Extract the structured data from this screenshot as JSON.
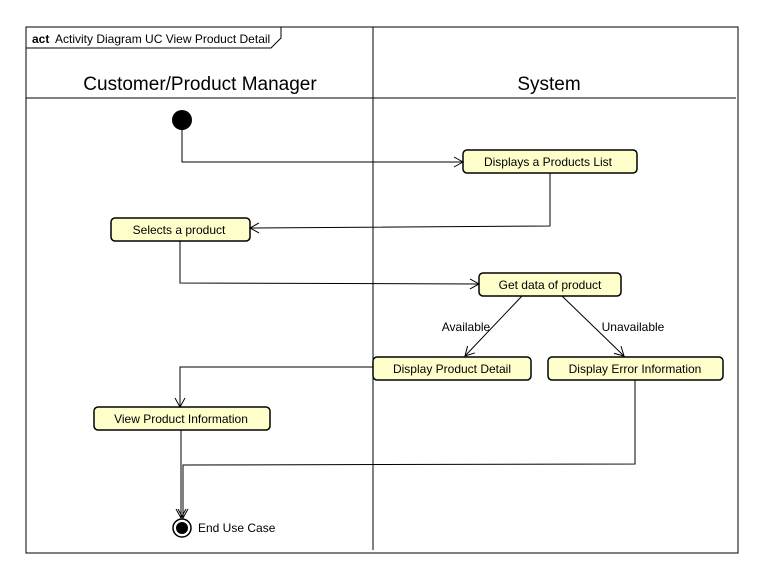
{
  "frame": {
    "keyword": "act",
    "title": "Activity Diagram UC View Product Detail"
  },
  "lanes": {
    "left": "Customer/Product Manager",
    "right": "System"
  },
  "actions": {
    "displays_products_list": "Displays a Products List",
    "selects_product": "Selects a product",
    "get_data": "Get data of product",
    "display_product_detail": "Display Product Detail",
    "display_error_information": "Display Error Information",
    "view_product_information": "View Product Information"
  },
  "guards": {
    "available": "Available",
    "unavailable": "Unavailable"
  },
  "final_node_label": "End Use Case",
  "colors": {
    "action_fill": "#ffffcc",
    "stroke": "#000000"
  }
}
